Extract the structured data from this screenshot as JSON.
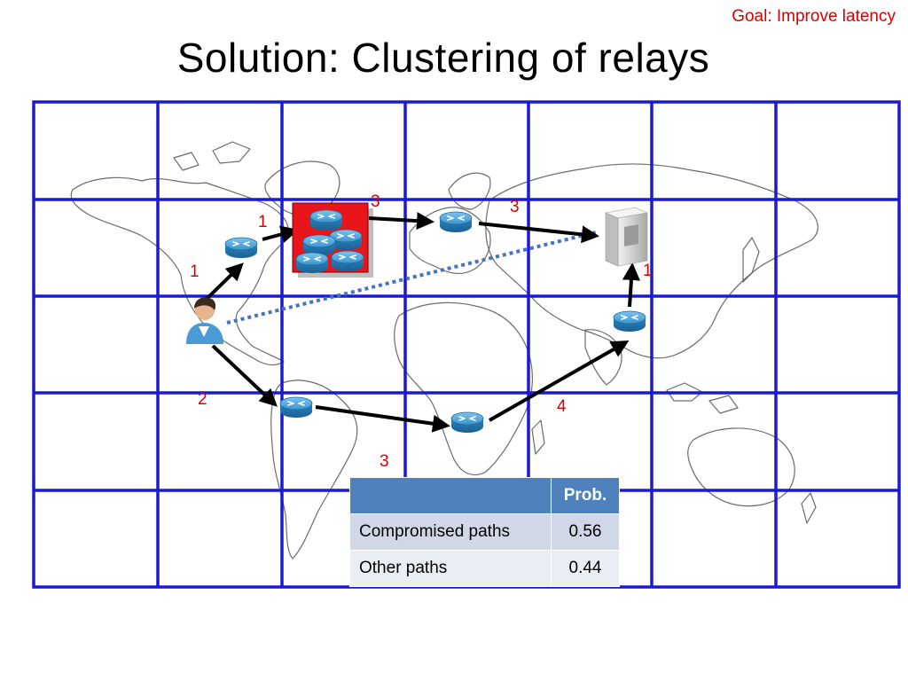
{
  "goal": "Goal: Improve latency",
  "title": "Solution: Clustering of relays",
  "colors": {
    "grid": "#1a1ad6",
    "hop_label": "#d80000",
    "arrow": "#000000",
    "direct_path": "#4472c4",
    "cluster_bg": "#e8151b",
    "router": "#2f8fc9"
  },
  "icons": {
    "router": "router-icon",
    "server": "server-icon",
    "user": "user-icon",
    "cluster": "router-cluster-icon"
  },
  "hop_labels": [
    "1",
    "1",
    "3",
    "3",
    "1",
    "2",
    "3",
    "4"
  ],
  "table": {
    "header_blank": "",
    "header_prob": "Prob.",
    "rows": [
      {
        "label": "Compromised paths",
        "value": "0.56"
      },
      {
        "label": "Other paths",
        "value": "0.44"
      }
    ]
  }
}
